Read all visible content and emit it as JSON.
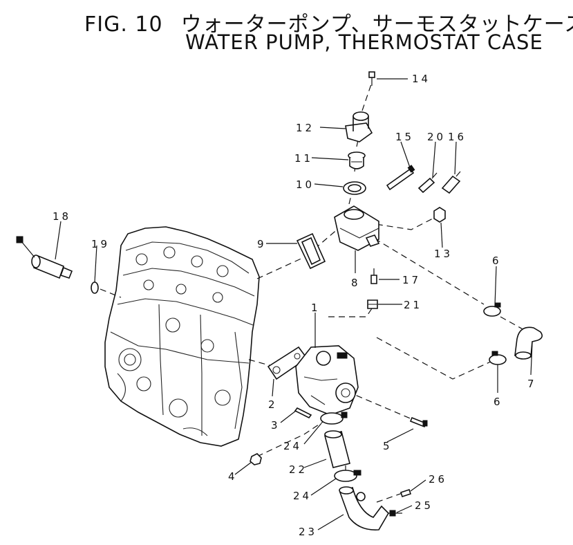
{
  "title": {
    "fig_label": "FIG. 10",
    "japanese": "ウォーターポンプ、サーモスタットケース",
    "english": "WATER PUMP, THERMOSTAT CASE"
  },
  "callouts": {
    "p1": "1",
    "p2": "2",
    "p3": "3",
    "p4": "4",
    "p5": "5",
    "p6a": "6",
    "p6b": "6",
    "p7": "7",
    "p8": "8",
    "p9": "9",
    "p10": "10",
    "p11": "11",
    "p12": "12",
    "p13": "13",
    "p14": "14",
    "p15": "15",
    "p16": "16",
    "p17": "17",
    "p18": "18",
    "p19": "19",
    "p20": "20",
    "p21": "21",
    "p22": "22",
    "p23": "23",
    "p24a": "24",
    "p24b": "24",
    "p25": "25",
    "p26": "26"
  }
}
